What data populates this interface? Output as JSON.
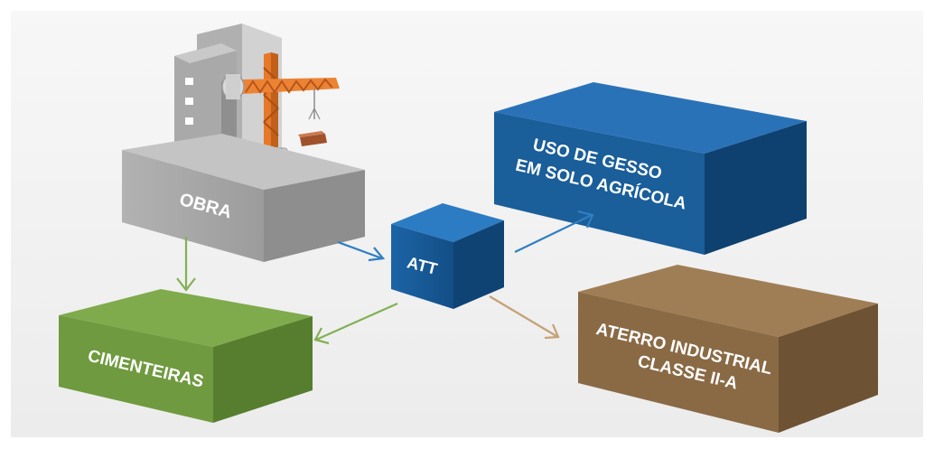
{
  "diagram": {
    "nodes": [
      {
        "id": "obra",
        "label": "OBRA",
        "icon": "construction-building-icon",
        "color": "#a6a6a6"
      },
      {
        "id": "att",
        "label": "ATT",
        "color": "#1f6fb0"
      },
      {
        "id": "gesso",
        "label_lines": [
          "USO DE GESSO",
          "EM SOLO AGRÍCOLA"
        ],
        "color": "#1a5e9a"
      },
      {
        "id": "cimenteiras",
        "label": "CIMENTEIRAS",
        "color": "#6f9a3f"
      },
      {
        "id": "aterro",
        "label_lines": [
          "ATERRO INDUSTRIAL",
          "CLASSE II-A"
        ],
        "color": "#8a6a45"
      }
    ],
    "edges": [
      {
        "from": "obra",
        "to": "att",
        "color": "#2f7fc2"
      },
      {
        "from": "obra",
        "to": "cimenteiras",
        "color": "#82b055"
      },
      {
        "from": "att",
        "to": "gesso",
        "color": "#2f7fc2"
      },
      {
        "from": "att",
        "to": "cimenteiras",
        "color": "#82b055"
      },
      {
        "from": "att",
        "to": "aterro",
        "color": "#c4a176"
      }
    ]
  }
}
